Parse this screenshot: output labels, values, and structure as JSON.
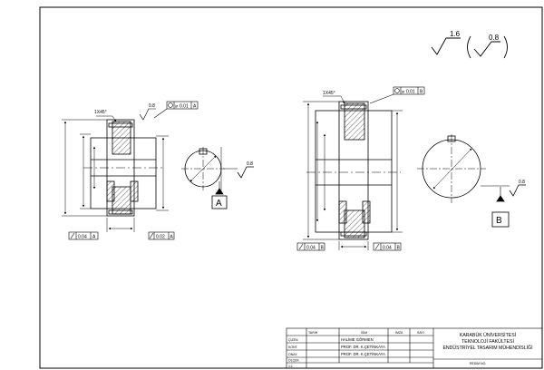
{
  "surface_finish": {
    "general_value": "1.6",
    "paren_value": "0.8",
    "note_value": "0.8"
  },
  "left_view": {
    "chamfer": "1X45°",
    "position_tol": {
      "symbol": "⌀",
      "value": "0.01",
      "datum": "A"
    },
    "runout_left": {
      "value": "0.04",
      "datum": "A"
    },
    "runout_right": {
      "value": "0.02",
      "datum": "A"
    },
    "datum_label": "A"
  },
  "right_view": {
    "chamfer": "1X45°",
    "position_tol": {
      "symbol": "⌀",
      "value": "0.01",
      "datum": "B"
    },
    "runout_left": {
      "value": "0.04",
      "datum": "B"
    },
    "runout_right": {
      "value": "0.04",
      "datum": "B"
    },
    "datum_label": "B"
  },
  "title_block": {
    "col_headers": [
      "TARİH",
      "İSİM",
      "İMZA",
      "SAYI"
    ],
    "rows": [
      {
        "role": "ÇİZEN",
        "name": "HALİME GÖRMEN"
      },
      {
        "role": "KONT.",
        "name": "PROF. DR. K.ÇETİNKAYA"
      },
      {
        "role": "ONAY.",
        "name": "PROF. DR. K.ÇETİNKAYA"
      },
      {
        "role": "ÖLÇEK",
        "name": ""
      },
      {
        "role": "1:1",
        "name": ""
      }
    ],
    "institution": [
      "KARABÜK ÜNİVERSİTESİ",
      "TEKNOLOJİ FAKÜLTESİ",
      "ENDÜSTRİYEL TASARIM MÜHENDİSLİĞİ"
    ],
    "drawing_no": "RESİM NO."
  }
}
